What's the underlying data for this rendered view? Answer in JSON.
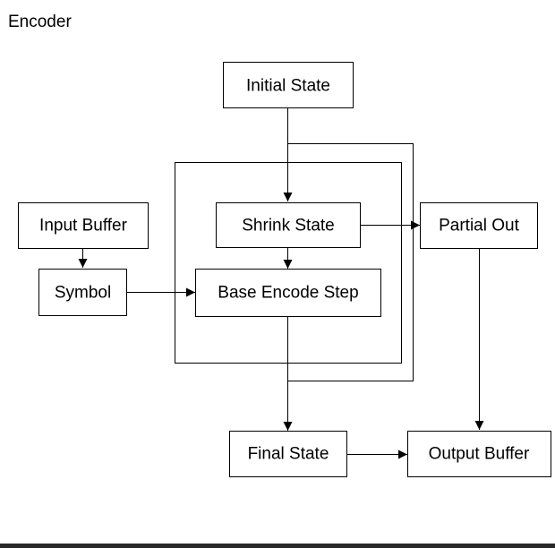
{
  "title": "Encoder",
  "nodes": {
    "initial_state": "Initial State",
    "input_buffer": "Input Buffer",
    "shrink_state": "Shrink State",
    "partial_out": "Partial Out",
    "symbol": "Symbol",
    "base_encode_step": "Base Encode Step",
    "final_state": "Final State",
    "output_buffer": "Output Buffer"
  },
  "edges": [
    {
      "from": "Initial State",
      "to": "Shrink State"
    },
    {
      "from": "Input Buffer",
      "to": "Symbol"
    },
    {
      "from": "Symbol",
      "to": "Base Encode Step"
    },
    {
      "from": "Shrink State",
      "to": "Base Encode Step"
    },
    {
      "from": "Shrink State",
      "to": "Partial Out"
    },
    {
      "from": "Base Encode Step",
      "to": "Final State"
    },
    {
      "from": "Base Encode Step",
      "to": "Shrink State",
      "kind": "loop"
    },
    {
      "from": "Partial Out",
      "to": "Output Buffer"
    },
    {
      "from": "Final State",
      "to": "Output Buffer"
    }
  ],
  "colors": {
    "stroke": "#000000",
    "text": "#000000",
    "background": "#ffffff"
  }
}
